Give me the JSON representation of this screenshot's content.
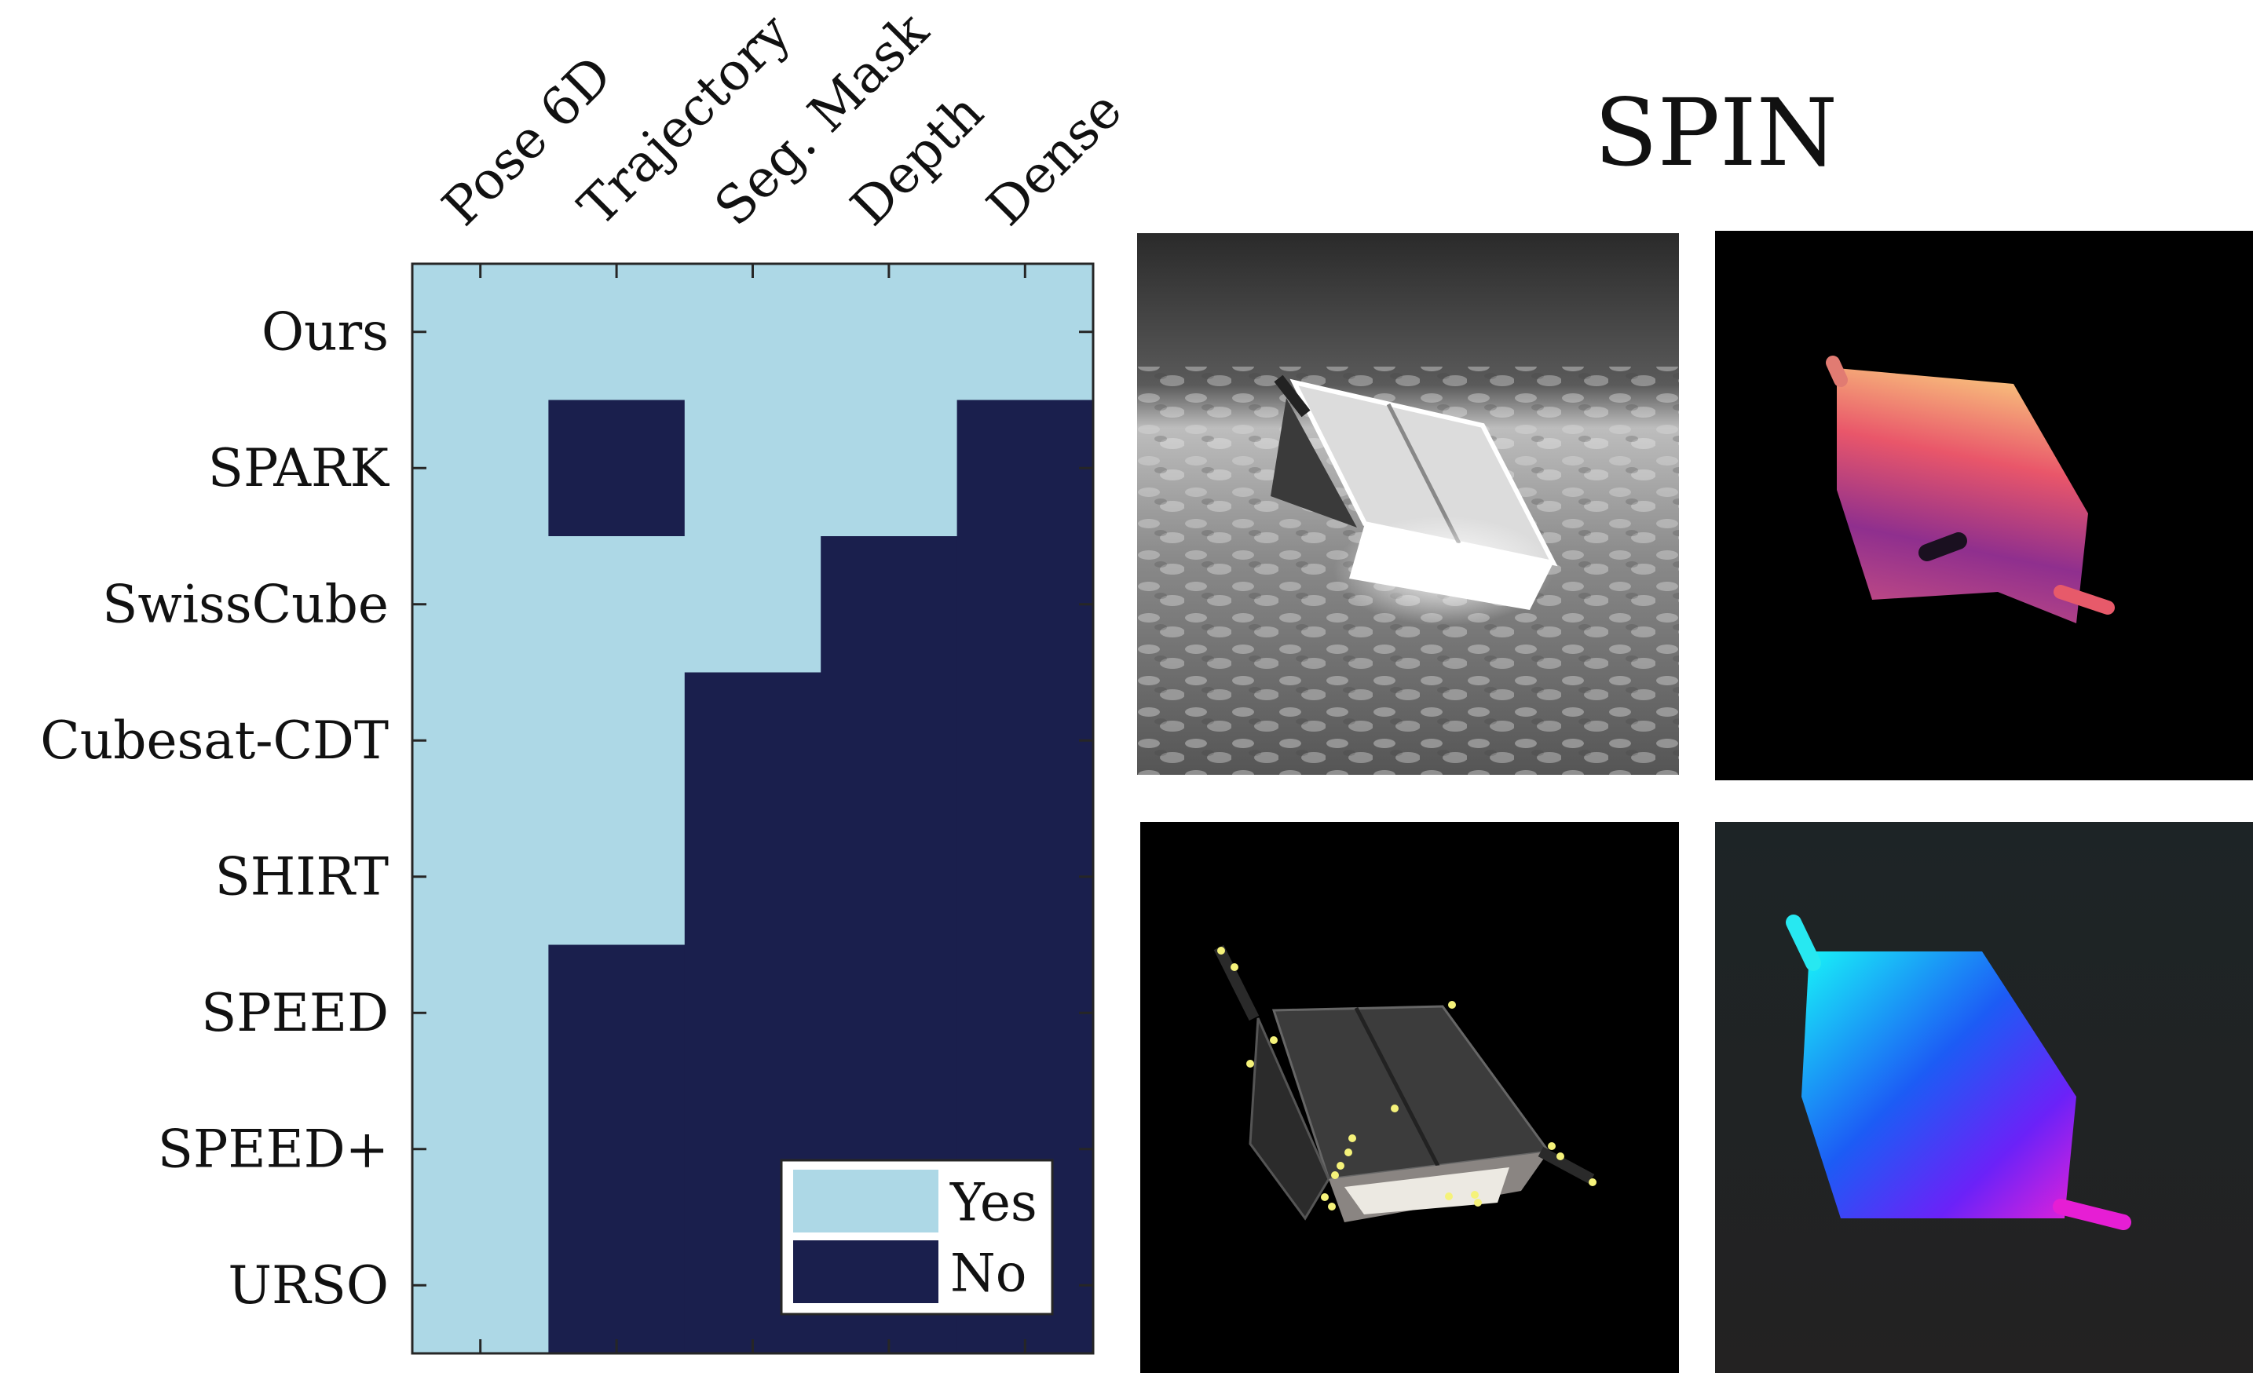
{
  "chart_data": {
    "type": "heatmap",
    "columns": [
      "Pose 6D",
      "Trajectory",
      "Seg. Mask",
      "Depth",
      "Dense"
    ],
    "rows": [
      "Ours",
      "SPARK",
      "SwissCube",
      "Cubesat-CDT",
      "SHIRT",
      "SPEED",
      "SPEED+",
      "URSO"
    ],
    "matrix": [
      [
        1,
        1,
        1,
        1,
        1
      ],
      [
        1,
        0,
        1,
        1,
        0
      ],
      [
        1,
        1,
        1,
        0,
        0
      ],
      [
        1,
        1,
        0,
        0,
        0
      ],
      [
        1,
        1,
        0,
        0,
        0
      ],
      [
        1,
        0,
        0,
        0,
        0
      ],
      [
        1,
        0,
        0,
        0,
        0
      ],
      [
        1,
        0,
        0,
        0,
        0
      ]
    ],
    "legend": [
      {
        "label": "Yes",
        "value": 1
      },
      {
        "label": "No",
        "value": 0
      }
    ],
    "legend_position": "bottom-right",
    "colors": {
      "yes": "#add8e6",
      "no": "#1a1f4d"
    }
  },
  "spin": {
    "title": "SPIN",
    "panels": [
      {
        "name": "grayscale-render",
        "background": "#2f2f2f"
      },
      {
        "name": "depth-map",
        "background": "#000000"
      },
      {
        "name": "keypoints-render",
        "background": "#000000"
      },
      {
        "name": "dense-map",
        "background": "#202426"
      }
    ]
  }
}
